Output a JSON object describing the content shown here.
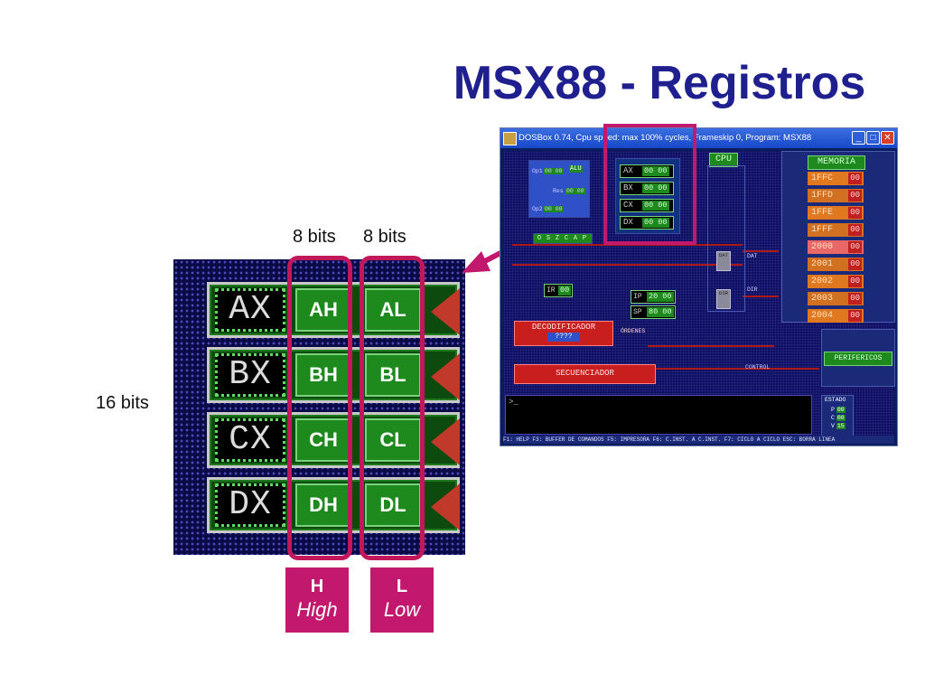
{
  "title": "MSX88 - Registros",
  "bits_labels": {
    "high_col": "8 bits",
    "low_col": "8 bits",
    "row_total": "16 bits"
  },
  "registers": [
    {
      "name": "AX",
      "high": "AH",
      "low": "AL"
    },
    {
      "name": "BX",
      "high": "BH",
      "low": "BL"
    },
    {
      "name": "CX",
      "high": "CH",
      "low": "CL"
    },
    {
      "name": "DX",
      "high": "DH",
      "low": "DL"
    }
  ],
  "legend": {
    "high_letter": "H",
    "high_word": "High",
    "low_letter": "L",
    "low_word": "Low"
  },
  "colors": {
    "accent": "#c2186e",
    "title": "#1f1f8f",
    "register_green": "#1e8a1e"
  },
  "dosbox": {
    "window_title": "DOSBox 0.74, Cpu speed: max 100% cycles, Frameskip 0, Program:    MSX88",
    "buttons": {
      "minimize": "_",
      "maximize": "□",
      "close": "✕"
    },
    "alu": {
      "op1_label": "Op1",
      "op1_value": "00 00",
      "alu_label": "ALU",
      "res_label": "Res",
      "res_value": "00 00",
      "op2_label": "Op2",
      "op2_value": "00 00"
    },
    "flags": [
      "O",
      "S",
      "Z",
      "C",
      "A",
      "P"
    ],
    "cpu_regs": [
      {
        "name": "AX",
        "value": "00 00"
      },
      {
        "name": "BX",
        "value": "00 00"
      },
      {
        "name": "CX",
        "value": "00 00"
      },
      {
        "name": "DX",
        "value": "00 00"
      }
    ],
    "cpu_label": "CPU",
    "ir": {
      "name": "IR",
      "value": "00"
    },
    "ip": {
      "name": "IP",
      "value": "20 00"
    },
    "sp": {
      "name": "SP",
      "value": "80 00"
    },
    "dat_label": "DAT",
    "dir_label": "DIR",
    "decodificador": "DECODIFICADOR",
    "decodificador_value": "????",
    "ordenes": "ÓRDENES",
    "secuenciador": "SECUENCIADOR",
    "control_label": "CONTROL",
    "memoria_title": "MEMORIA",
    "memory": [
      {
        "addr": "1FFC",
        "value": "00"
      },
      {
        "addr": "1FFD",
        "value": "00"
      },
      {
        "addr": "1FFE",
        "value": "00"
      },
      {
        "addr": "1FFF",
        "value": "00"
      },
      {
        "addr": "2000",
        "value": "00"
      },
      {
        "addr": "2001",
        "value": "00"
      },
      {
        "addr": "2002",
        "value": "00"
      },
      {
        "addr": "2003",
        "value": "00"
      },
      {
        "addr": "2004",
        "value": "00"
      }
    ],
    "perifericos": "PERIFERICOS",
    "console_prompt": ">_",
    "estado": {
      "title": "ESTADO",
      "rows": [
        {
          "k": "P",
          "v": "00"
        },
        {
          "k": "C",
          "v": "00"
        },
        {
          "k": "V",
          "v": "15"
        }
      ]
    },
    "status_bar": "F1: HELP  F3: BUFFER DE COMANDOS  F5: IMPRESORA  F6: C.INST. A C.INST.  F7: CICLO A CICLO  ESC: BORRA LINEA"
  }
}
